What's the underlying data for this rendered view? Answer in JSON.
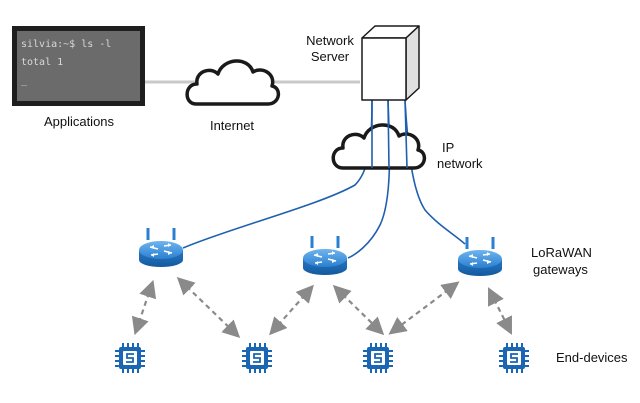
{
  "terminal": {
    "line1": "silvia:~$ ls -l",
    "line2": "total 1",
    "line3": "_"
  },
  "labels": {
    "applications": "Applications",
    "internet": "Internet",
    "network_server_line1": "Network",
    "network_server_line2": "Server",
    "ip_line1": "IP",
    "ip_line2": "network",
    "gateways_line1": "LoRaWAN",
    "gateways_line2": "gateways",
    "end_devices": "End-devices"
  },
  "colors": {
    "link_blue": "#1f5fae",
    "device_blue": "#1a66b2",
    "gateway_blue": "#2f86d6",
    "dash_gray": "#8a8a8a",
    "terminal_bg": "#6b6b6b",
    "terminal_border": "#1e1e1e"
  },
  "icons": {
    "terminal": "terminal-screen-icon",
    "cloud": "cloud-icon",
    "server": "server-box-icon",
    "gateway": "router-icon",
    "end_device": "chip-icon"
  }
}
